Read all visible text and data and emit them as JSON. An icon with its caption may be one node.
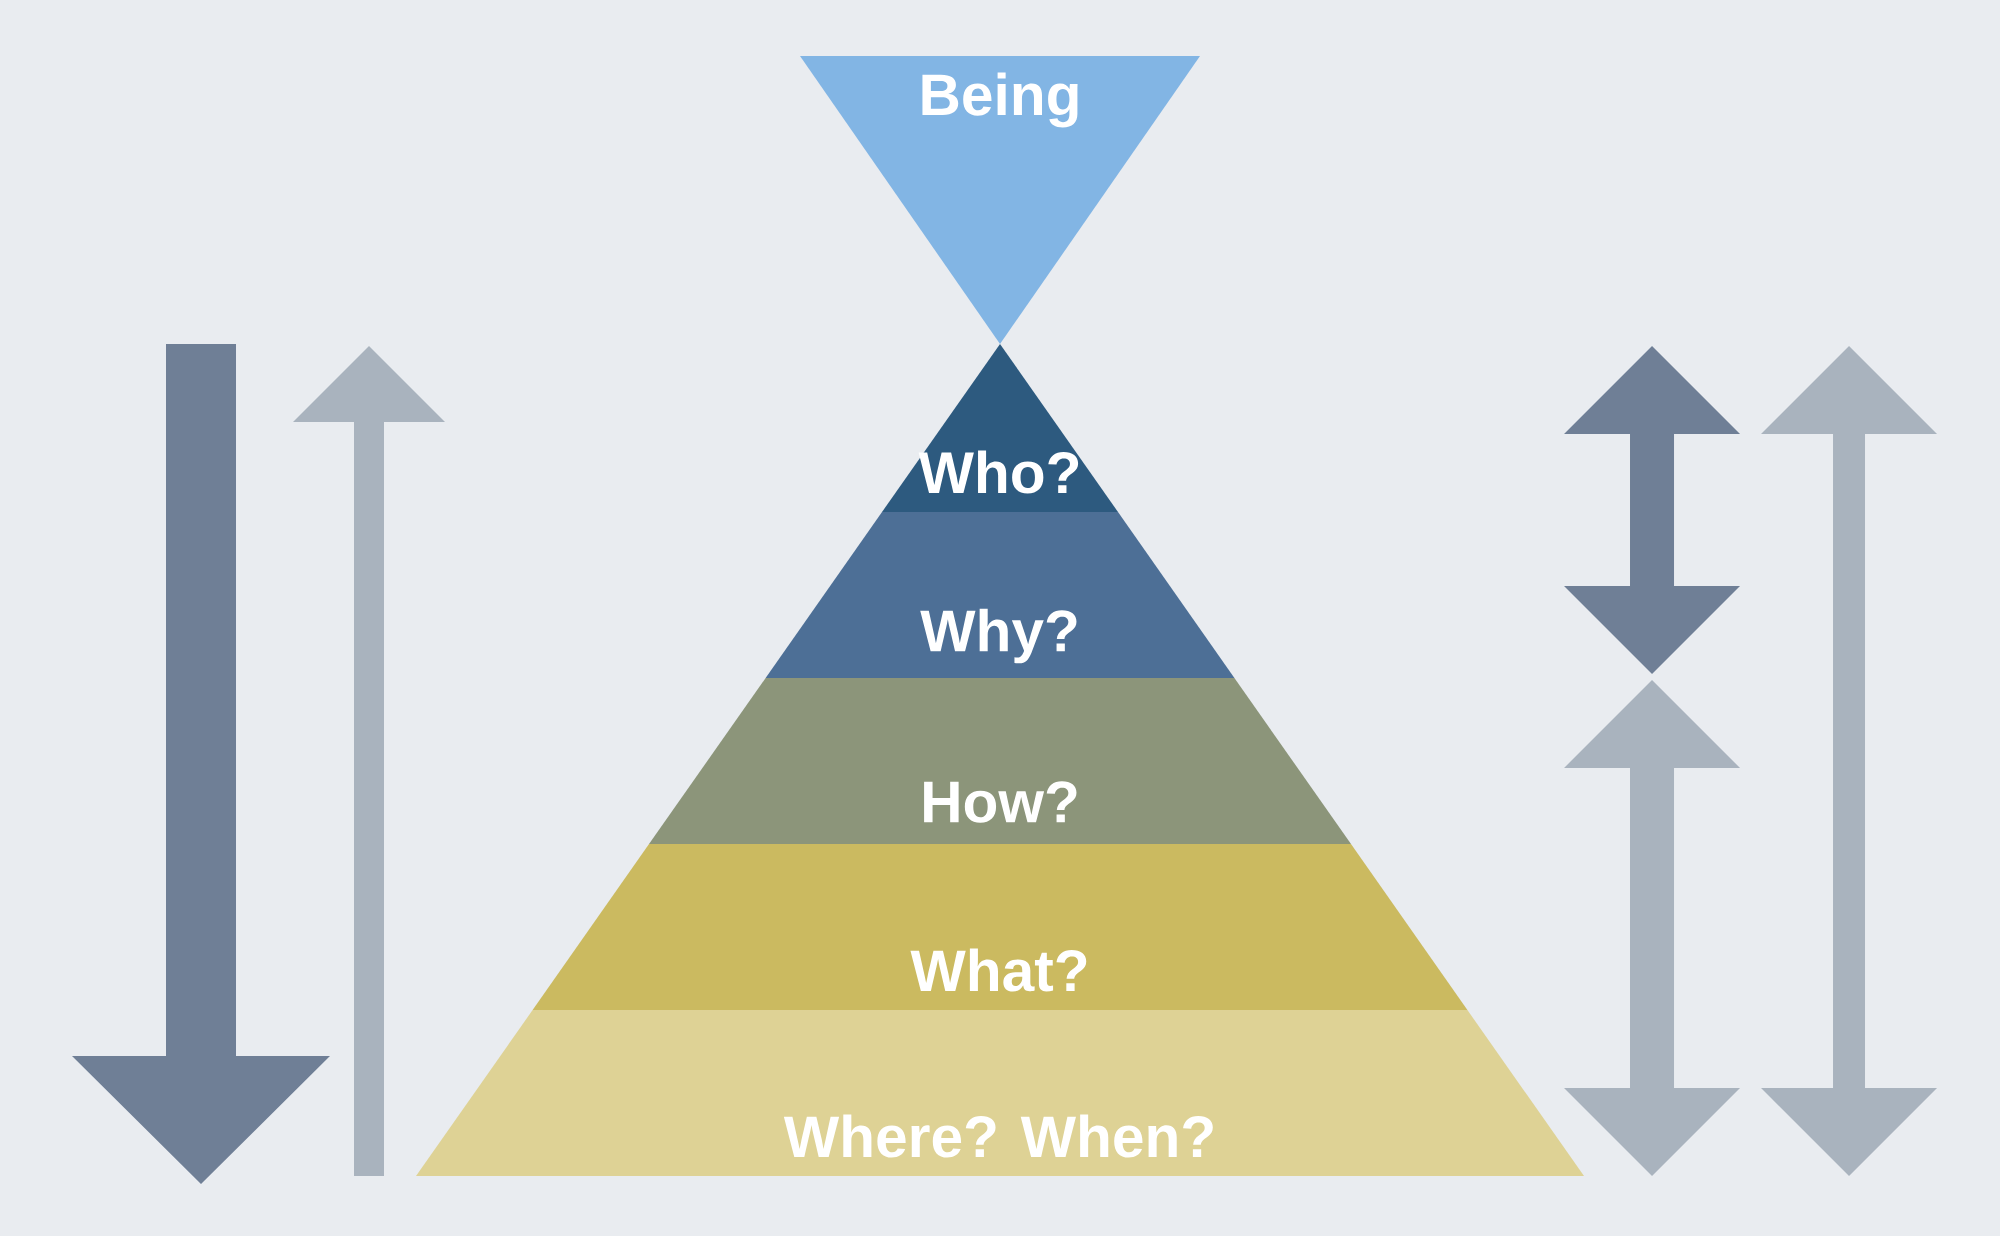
{
  "diagram": {
    "nodes": [
      {
        "text": [
          "Being"
        ]
      },
      {
        "text": [
          "Who?"
        ]
      },
      {
        "text": [
          "Why?"
        ]
      },
      {
        "text": [
          "How?"
        ]
      },
      {
        "text": [
          "What?"
        ]
      },
      {
        "text": [
          "Where? When?"
        ]
      }
    ]
  }
}
